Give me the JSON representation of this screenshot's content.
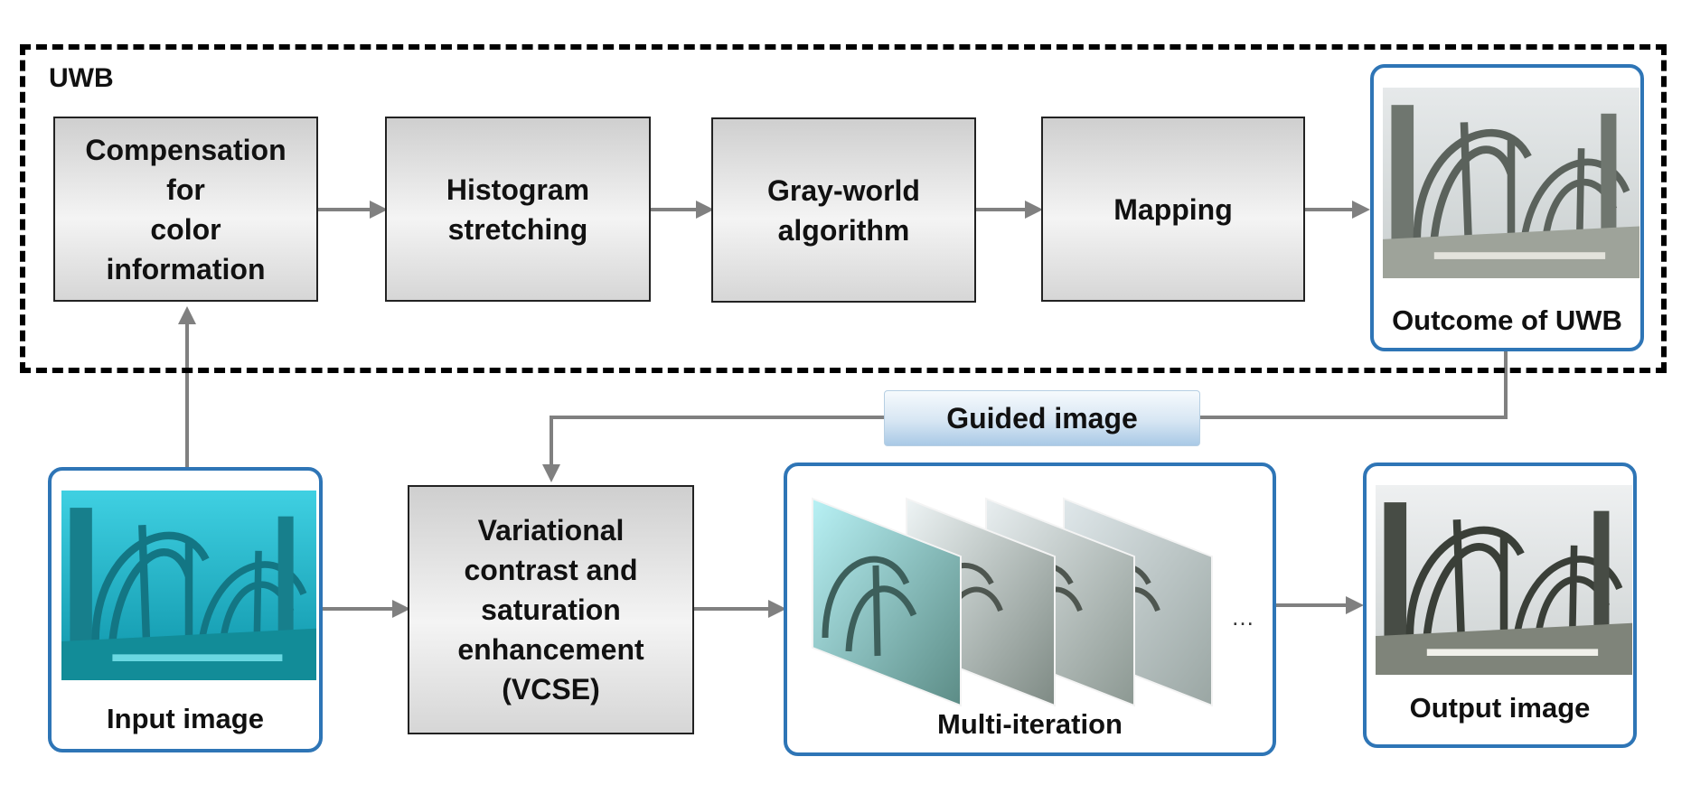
{
  "uwb_label": "UWB",
  "pipeline": {
    "compensation": [
      "Compensation",
      "for",
      "color",
      "information"
    ],
    "histogram": [
      "Histogram",
      "stretching"
    ],
    "grayworld": [
      "Gray-world",
      "algorithm"
    ],
    "mapping": "Mapping"
  },
  "outcome_caption": "Outcome of UWB",
  "guided_label": "Guided image",
  "input_caption": "Input image",
  "vcse": [
    "Variational",
    "contrast and",
    "saturation",
    "enhancement",
    "(VCSE)"
  ],
  "multi_caption": "Multi-iteration",
  "ellipsis": "…",
  "output_caption": "Output image",
  "colors": {
    "panel_border": "#2e75b6",
    "arrow": "#808080",
    "input_tint": "#1fb6cf",
    "output_tint": "#d8dde0"
  },
  "icons": {
    "arrow": "arrow-right-icon"
  }
}
